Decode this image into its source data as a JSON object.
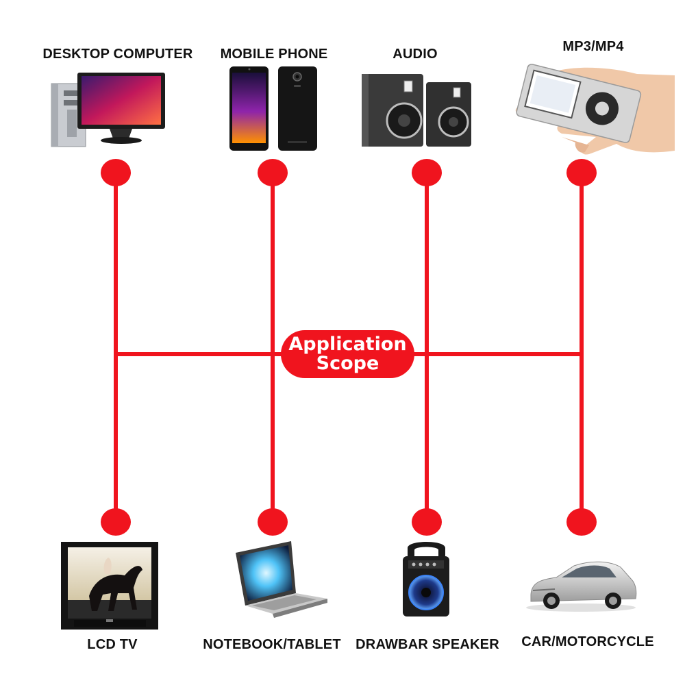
{
  "colors": {
    "accent": "#f0141e",
    "label_text": "#111111"
  },
  "hub": {
    "line1": "Application",
    "line2": "Scope"
  },
  "devices": {
    "top": [
      {
        "label": "DESKTOP COMPUTER",
        "icon": "desktop-computer-icon"
      },
      {
        "label": "MOBILE PHONE",
        "icon": "mobile-phone-icon"
      },
      {
        "label": "AUDIO",
        "icon": "speakers-icon"
      },
      {
        "label": "MP3/MP4",
        "icon": "mp3-player-icon"
      }
    ],
    "bottom": [
      {
        "label": "LCD TV",
        "icon": "lcd-tv-icon"
      },
      {
        "label": "NOTEBOOK/TABLET",
        "icon": "laptop-icon"
      },
      {
        "label": "DRAWBAR SPEAKER",
        "icon": "drawbar-speaker-icon"
      },
      {
        "label": "CAR/MOTORCYCLE",
        "icon": "car-icon"
      }
    ]
  }
}
